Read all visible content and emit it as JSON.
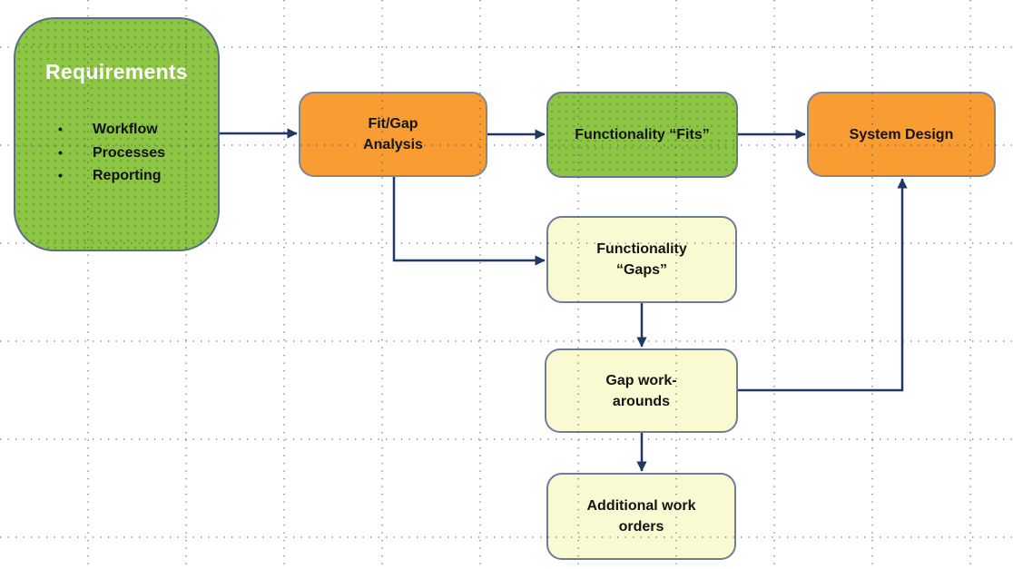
{
  "colors": {
    "green_fill": "#8dc644",
    "orange_fill": "#f99d32",
    "yellow_fill": "#fafad2",
    "box_border": "#6d7d99",
    "requirements_border": "#5b7083",
    "connector": "#1f3864",
    "grid_dots": "#3d4663",
    "title_text": "#ffffff",
    "label_text": "#141414",
    "background": "#ffffff"
  },
  "nodes": {
    "requirements": {
      "title": "Requirements",
      "bullet_glyph": "•",
      "bullets": [
        "Workflow",
        "Processes",
        "Reporting"
      ]
    },
    "fit_gap": {
      "lines": [
        "Fit/Gap",
        "Analysis"
      ]
    },
    "fits": {
      "lines": [
        "Functionality “Fits”"
      ]
    },
    "system_design": {
      "lines": [
        "System Design"
      ]
    },
    "gaps": {
      "lines": [
        "Functionality",
        "“Gaps”"
      ]
    },
    "workarounds": {
      "lines": [
        "Gap work-",
        "arounds"
      ]
    },
    "additional": {
      "lines": [
        "Additional work",
        "orders"
      ]
    }
  },
  "connections": [
    {
      "from": "Requirements",
      "to": "Fit/Gap Analysis"
    },
    {
      "from": "Fit/Gap Analysis",
      "to": "Functionality “Fits”"
    },
    {
      "from": "Functionality “Fits”",
      "to": "System Design"
    },
    {
      "from": "Fit/Gap Analysis",
      "to": "Functionality “Gaps”"
    },
    {
      "from": "Functionality “Gaps”",
      "to": "Gap work-arounds"
    },
    {
      "from": "Gap work-arounds",
      "to": "Additional work orders"
    },
    {
      "from": "Gap work-arounds",
      "to": "System Design"
    }
  ]
}
